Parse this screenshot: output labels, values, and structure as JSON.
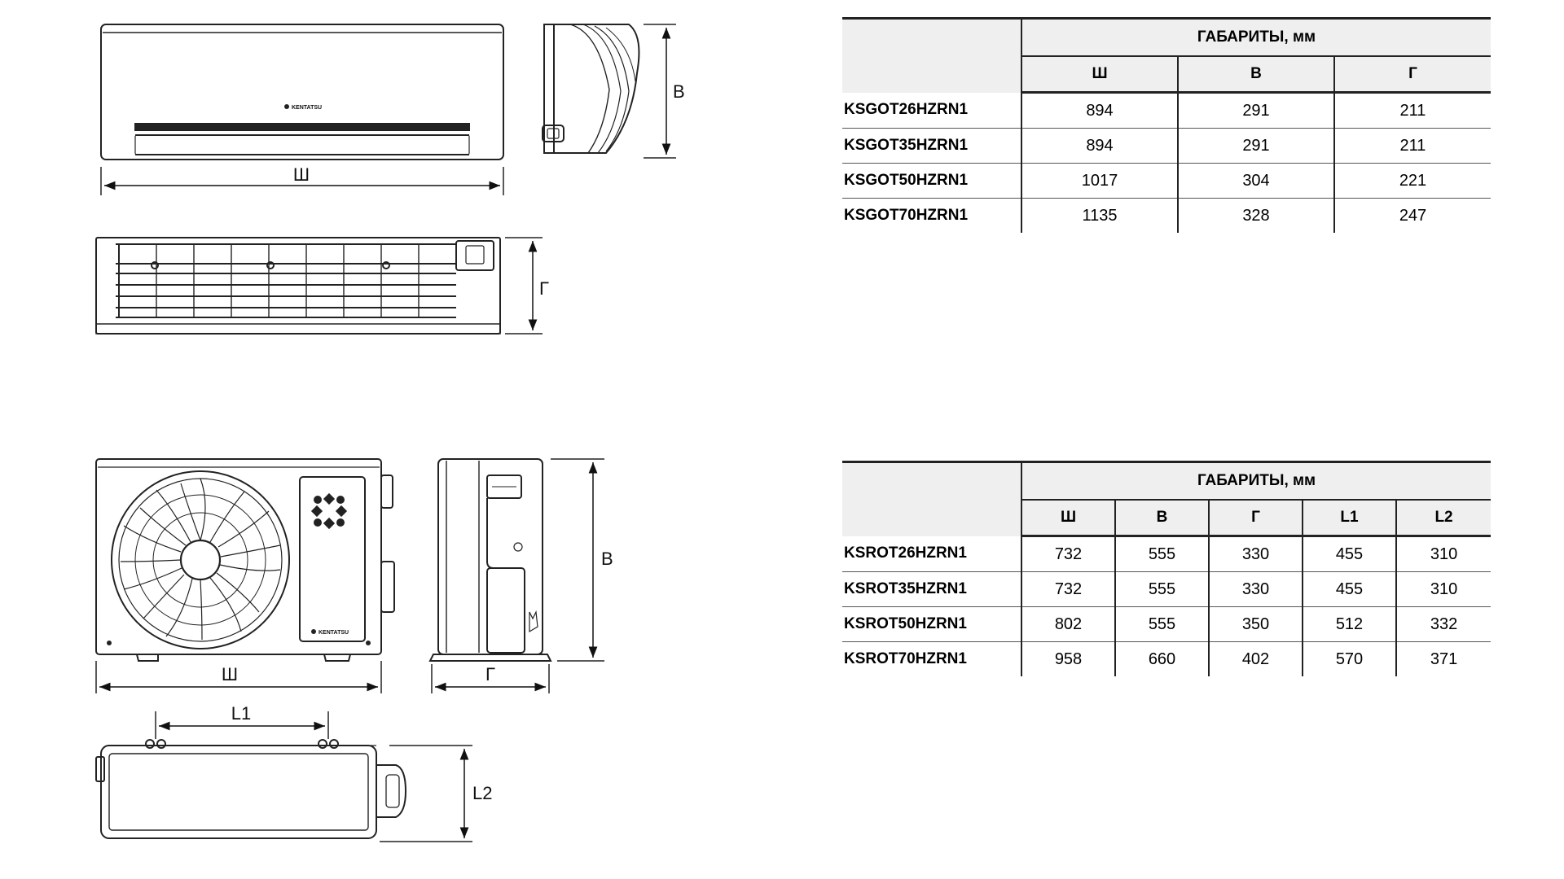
{
  "indoor_unit": {
    "brand_label": "KENTATSU",
    "dim_width_label": "Ш",
    "dim_height_label": "В",
    "dim_depth_label": "Г",
    "table": {
      "group_header": "ГАБАРИТЫ, мм",
      "columns": [
        "Ш",
        "В",
        "Г"
      ],
      "rows": [
        {
          "model": "KSGOT26HZRN1",
          "values": [
            "894",
            "291",
            "211"
          ]
        },
        {
          "model": "KSGOT35HZRN1",
          "values": [
            "894",
            "291",
            "211"
          ]
        },
        {
          "model": "KSGOT50HZRN1",
          "values": [
            "1017",
            "304",
            "221"
          ]
        },
        {
          "model": "KSGOT70HZRN1",
          "values": [
            "1135",
            "328",
            "247"
          ]
        }
      ]
    }
  },
  "outdoor_unit": {
    "brand_label": "KENTATSU",
    "dim_width_label": "Ш",
    "dim_height_label": "В",
    "dim_depth_label": "Г",
    "dim_l1_label": "L1",
    "dim_l2_label": "L2",
    "table": {
      "group_header": "ГАБАРИТЫ, мм",
      "columns": [
        "Ш",
        "В",
        "Г",
        "L1",
        "L2"
      ],
      "rows": [
        {
          "model": "KSROT26HZRN1",
          "values": [
            "732",
            "555",
            "330",
            "455",
            "310"
          ]
        },
        {
          "model": "KSROT35HZRN1",
          "values": [
            "732",
            "555",
            "330",
            "455",
            "310"
          ]
        },
        {
          "model": "KSROT50HZRN1",
          "values": [
            "802",
            "555",
            "350",
            "512",
            "332"
          ]
        },
        {
          "model": "KSROT70HZRN1",
          "values": [
            "958",
            "660",
            "402",
            "570",
            "371"
          ]
        }
      ]
    }
  },
  "colors": {
    "line": "#222222",
    "header_bg": "#efefef"
  }
}
